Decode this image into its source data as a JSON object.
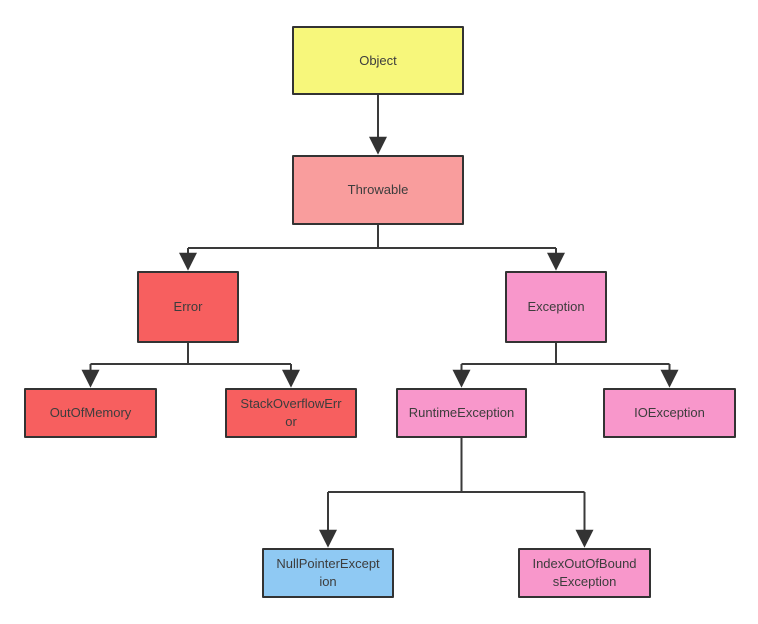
{
  "diagram": {
    "type": "hierarchy-flowchart",
    "background": "#ffffff",
    "colors": {
      "node_border": "#333333",
      "connector_line": "#3a3a3a",
      "arrowhead": "#333333",
      "text": "#3d3d3d",
      "yellow_fill": "#F7F77B",
      "salmon_fill": "#F99D9D",
      "red_fill": "#F75F5F",
      "pink_fill": "#F897CB",
      "blue_fill": "#8FC9F3"
    },
    "nodes": [
      {
        "id": "object",
        "label": "Object",
        "fill": "#F7F77B"
      },
      {
        "id": "throwable",
        "label": "Throwable",
        "fill": "#F99D9D"
      },
      {
        "id": "error",
        "label": "Error",
        "fill": "#F75F5F"
      },
      {
        "id": "exception",
        "label": "Exception",
        "fill": "#F897CB"
      },
      {
        "id": "outofmemory",
        "label": "OutOfMemory",
        "fill": "#F75F5F"
      },
      {
        "id": "stackoverflowerror",
        "label": "StackOverflowError",
        "fill": "#F75F5F"
      },
      {
        "id": "runtimeexception",
        "label": "RuntimeException",
        "fill": "#F897CB"
      },
      {
        "id": "ioexception",
        "label": "IOException",
        "fill": "#F897CB"
      },
      {
        "id": "nullpointerexception",
        "label": "NullPointerException",
        "fill": "#8FC9F3"
      },
      {
        "id": "indexoutofboundsexception",
        "label": "IndexOutOfBoundsException",
        "fill": "#F897CB"
      }
    ],
    "edges": [
      {
        "from": "object",
        "to": "throwable"
      },
      {
        "from": "throwable",
        "to": "error"
      },
      {
        "from": "throwable",
        "to": "exception"
      },
      {
        "from": "error",
        "to": "outofmemory"
      },
      {
        "from": "error",
        "to": "stackoverflowerror"
      },
      {
        "from": "exception",
        "to": "runtimeexception"
      },
      {
        "from": "exception",
        "to": "ioexception"
      },
      {
        "from": "runtimeexception",
        "to": "nullpointerexception"
      },
      {
        "from": "runtimeexception",
        "to": "indexoutofboundsexception"
      }
    ]
  }
}
